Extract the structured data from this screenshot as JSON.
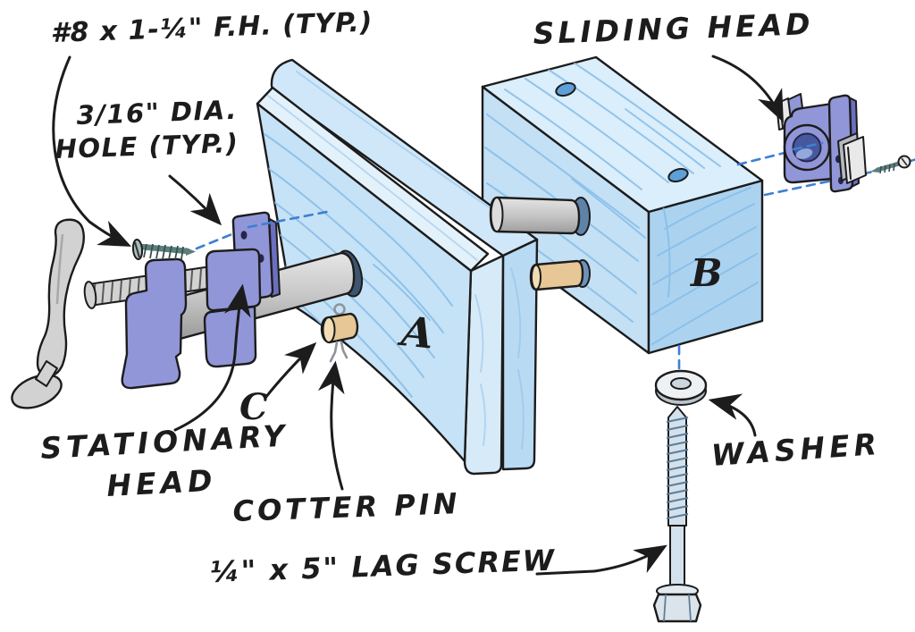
{
  "labels": {
    "screw_spec": "#8 x 1-¼\" F.H. (TYP.)",
    "hole_dia_line1": "3/16\" DIA.",
    "hole_dia_line2": "HOLE (TYP.)",
    "sliding_head": "SLIDING HEAD",
    "stationary_line1": "STATIONARY",
    "stationary_line2": "HEAD",
    "cotter_pin": "COTTER PIN",
    "washer": "WASHER",
    "lag_screw": "¼\" x 5\" LAG SCREW",
    "part_a": "A",
    "part_b": "B",
    "part_c": "C"
  },
  "colors": {
    "ink": "#1c1c1c",
    "wood_face": "#c6e2f6",
    "wood_top": "#e3f1fb",
    "wood_back": "#cfe7f8",
    "wood_end_front": "#d6eaf8",
    "wood_end_back": "#b9daf3",
    "wood_b_top": "#daeefb",
    "wood_b_left": "#c3e0f5",
    "wood_b_right": "#abd3f0",
    "grain": "#86bce8",
    "purple": "#9196d8",
    "purple_dark": "#6a6fbe",
    "purple_light": "#b5b9ea",
    "metal": "#d2d2d2",
    "metal_light": "#e9e9e9",
    "metal_dark": "#a2a2a2",
    "steel": "#5d7d7d",
    "tan": "#e6c795",
    "tan_light": "#f2ddb5",
    "hole_dark": "#3c5570",
    "dash": "#3f7fd4",
    "lag": "#d3e1ec",
    "washer": "#eef1f4"
  }
}
